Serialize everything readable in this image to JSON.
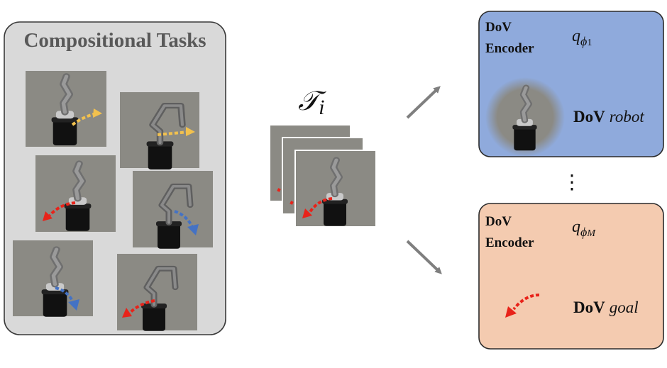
{
  "left_panel": {
    "title": "Compositional Tasks"
  },
  "center": {
    "task_symbol": "𝒯",
    "task_subscript": "i"
  },
  "encoders": [
    {
      "label_line1": "DoV",
      "label_line2": "Encoder",
      "q_symbol": "q",
      "q_sub_greek": "ϕ",
      "q_sub_index": "1",
      "dov_bold": "DoV",
      "dov_italic": "robot",
      "color": "#8faadc"
    },
    {
      "label_line1": "DoV",
      "label_line2": "Encoder",
      "q_symbol": "q",
      "q_sub_greek": "ϕ",
      "q_sub_index": "M",
      "dov_bold": "DoV",
      "dov_italic": "goal",
      "color": "#f4cbb0"
    }
  ],
  "ellipsis": "⋮",
  "colors": {
    "panel_bg": "#d9d9d9",
    "panel_border": "#3a3a3a",
    "title_gray": "#595959",
    "photo_bg": "#8b8a84",
    "arrow_gray": "#7f7f7f",
    "yellow_arrow": "#f2c14e",
    "red_arrow": "#e8231a",
    "blue_arrow": "#4472c4"
  },
  "icons": [
    "robot-arm-icon",
    "motion-arrow-icon",
    "flow-arrow-icon"
  ]
}
